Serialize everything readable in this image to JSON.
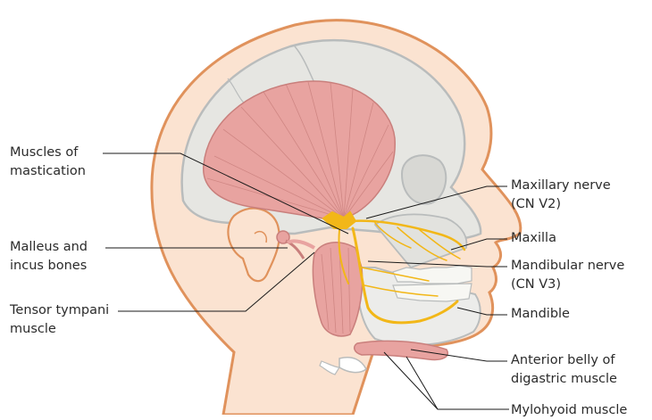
{
  "labels": {
    "muscles_of_mastication": [
      "Muscles of",
      "mastication"
    ],
    "malleus_incus": [
      "Malleus and",
      "incus bones"
    ],
    "tensor_tympani": [
      "Tensor tympani",
      "muscle"
    ],
    "maxillary_nerve": [
      "Maxillary nerve",
      "(CN V2)"
    ],
    "maxilla": [
      "Maxilla"
    ],
    "mandibular_nerve": [
      "Mandibular nerve",
      "(CN V3)"
    ],
    "mandible": [
      "Mandible"
    ],
    "anterior_belly": [
      "Anterior belly of",
      "digastric muscle"
    ],
    "mylohyoid": [
      "Mylohyoid muscle"
    ]
  },
  "colors": {
    "skin": "#fbe3d1",
    "skin_outline": "#e0925c",
    "skull": "#e6e6e2",
    "skull_outline": "#b9bcbc",
    "muscle": "#e8a3a0",
    "muscle_line": "#c97f7c",
    "nerve": "#f2b718",
    "leader": "#1a1a1a"
  }
}
